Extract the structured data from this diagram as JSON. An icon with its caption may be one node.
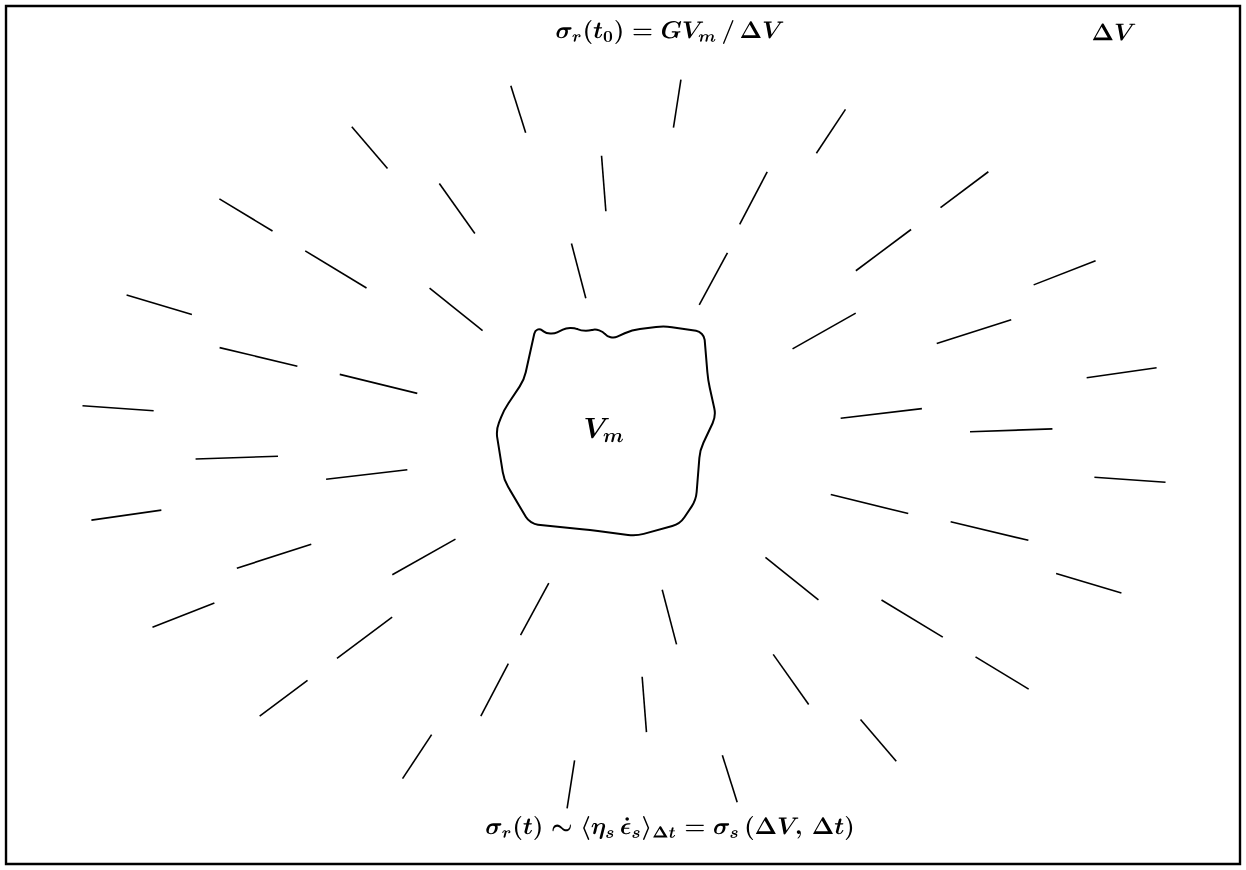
{
  "diagram": {
    "nodes": [
      {
        "text": [
          "V_m"
        ]
      }
    ],
    "labels": [
      "\\sigma_r(t_0) = GV_m \\,/\\, \\Delta V",
      "\\Delta V",
      "\\sigma_r(t) \\sim \\langle \\eta_s \\, \\dot{\\epsilon}_s \\rangle_{\\Delta t} = \\sigma_s\\,(\\Delta V,\\, \\Delta t)"
    ]
  }
}
